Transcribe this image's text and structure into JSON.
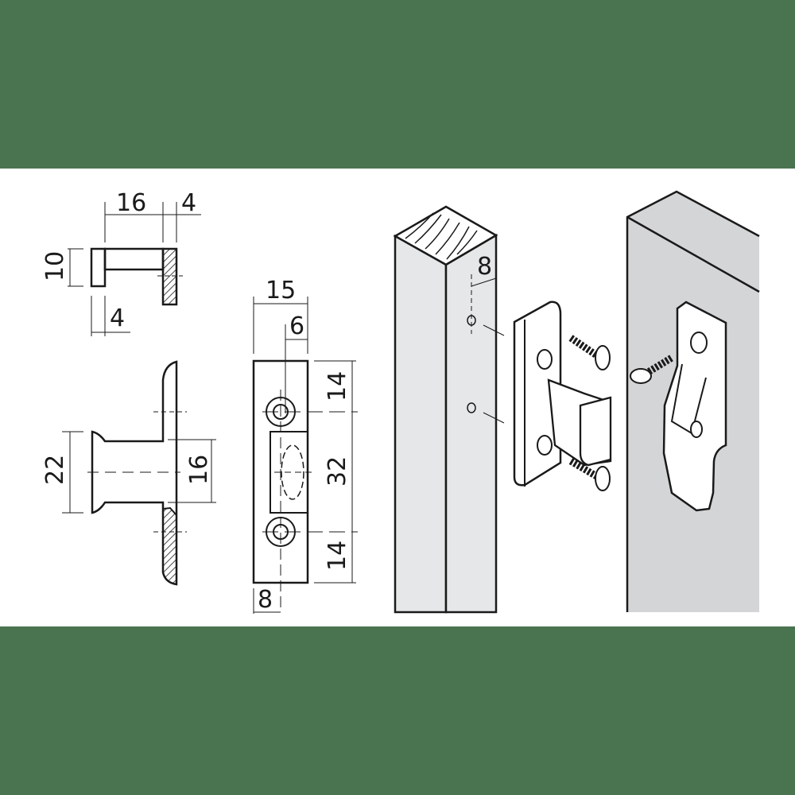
{
  "background": {
    "band_color": "#4a7350",
    "panel_color": "#ffffff"
  },
  "drawing_top_view": {
    "dims": {
      "width_16": "16",
      "thickness_4": "4",
      "height_10": "10",
      "flange_4": "4"
    }
  },
  "drawing_side_view": {
    "dims": {
      "overall_22": "22",
      "stem_16": "16"
    }
  },
  "drawing_front_view": {
    "dims": {
      "width_15": "15",
      "offset_6": "6",
      "top_14": "14",
      "center_32": "32",
      "bottom_14": "14",
      "hole_offset_8": "8"
    }
  },
  "illustration_post": {
    "dims": {
      "edge_offset_8": "8"
    },
    "colors": {
      "post_fill": "#e6e7e8",
      "line": "#1a1a1a"
    }
  },
  "illustration_door": {
    "colors": {
      "door_fill": "#d4d5d6"
    }
  }
}
